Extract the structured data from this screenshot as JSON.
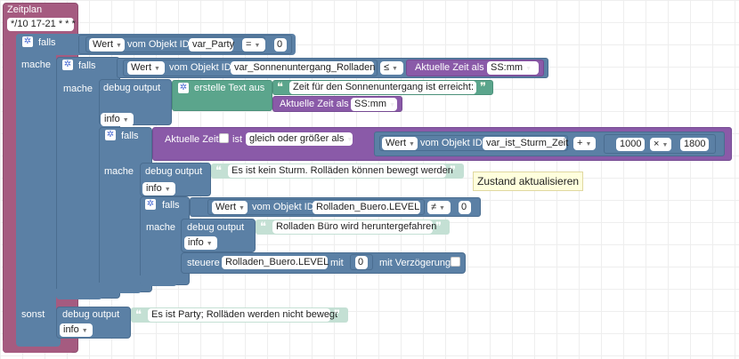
{
  "schedule": {
    "title": "Zeitplan",
    "cron": "*/10 17-21 * * *"
  },
  "if1": {
    "falls": "falls",
    "mache": "mache",
    "sonst": "sonst",
    "cond": {
      "attr": "Wert",
      "from_object": "vom Objekt ID",
      "id": "var_Party",
      "op": "=",
      "value": "0"
    }
  },
  "if2": {
    "falls": "falls",
    "mache": "mache",
    "cond": {
      "attr": "Wert",
      "from_object": "vom Objekt ID",
      "id": "var_Sonnenuntergang_Rolladen",
      "op": "≤",
      "time_label": "Aktuelle Zeit als",
      "time_format": "SS:mm"
    }
  },
  "debug1": {
    "label": "debug output",
    "create_text": "erstelle Text aus",
    "text": "Zeit für den Sonnenuntergang ist erreicht:",
    "time_label": "Aktuelle Zeit als",
    "time_format": "SS:mm",
    "level": "info"
  },
  "if3": {
    "falls": "falls",
    "mache": "mache",
    "cond": {
      "time_label": "Aktuelle Zeit",
      "is": "ist",
      "comparison": "gleich oder größer als",
      "attr": "Wert",
      "from_object": "vom Objekt ID",
      "id": "var_ist_Sturm_Zeit",
      "plus": "+",
      "num1": "1000",
      "times": "×",
      "num2": "1800"
    }
  },
  "debug2": {
    "label": "debug output",
    "text": "Es ist kein Sturm. Rolläden können bewegt werden",
    "level": "info"
  },
  "tooltip": "Zustand aktualisieren",
  "if4": {
    "falls": "falls",
    "mache": "mache",
    "cond": {
      "attr": "Wert",
      "from_object": "vom Objekt ID",
      "id": "Rolladen_Buero.LEVEL",
      "op": "≠",
      "value": "0"
    }
  },
  "debug3": {
    "label": "debug output",
    "text": "Rolladen Büro wird heruntergefahren",
    "level": "info"
  },
  "control": {
    "label": "steuere",
    "id": "Rolladen_Buero.LEVEL",
    "with": "mit",
    "value": "0",
    "delay": "mit Verzögerung"
  },
  "debug4": {
    "label": "debug output",
    "text": "Es ist Party; Rolläden werden nicht bewegt",
    "level": "info"
  },
  "colors": {
    "schedule": "#a55b80",
    "logic": "#5b80a5",
    "text": "#5ba58c",
    "time": "#8a5aa8",
    "system": "#5b80a5"
  }
}
